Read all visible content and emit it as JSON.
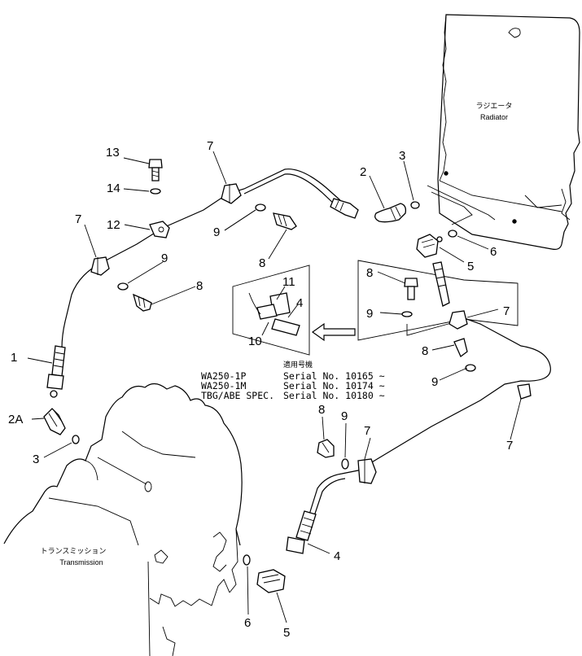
{
  "labels": {
    "radiator_jp": "ラジエータ",
    "radiator_en": "Radiator",
    "transmission_jp": "トランスミッション",
    "transmission_en": "Transmission",
    "serial_header": "適用号機",
    "models": [
      "WA250-1P",
      "WA250-1M",
      "TBG/ABE SPEC."
    ],
    "serials": [
      "Serial No. 10165 ~",
      "Serial No. 10174 ~",
      "Serial No. 10180 ~"
    ]
  },
  "callouts": {
    "c1": "1",
    "c2": "2",
    "c2a": "2A",
    "c3a": "3",
    "c3b": "3",
    "c4a": "4",
    "c4b": "4",
    "c5a": "5",
    "c5b": "5",
    "c6a": "6",
    "c6b": "6",
    "c7a": "7",
    "c7b": "7",
    "c7c": "7",
    "c7d": "7",
    "c7e": "7",
    "c8a": "8",
    "c8b": "8",
    "c8c": "8",
    "c8d": "8",
    "c8e": "8",
    "c9a": "9",
    "c9b": "9",
    "c9c": "9",
    "c9d": "9",
    "c9e": "9",
    "c10": "10",
    "c11": "11",
    "c12": "12",
    "c13": "13",
    "c14": "14"
  }
}
